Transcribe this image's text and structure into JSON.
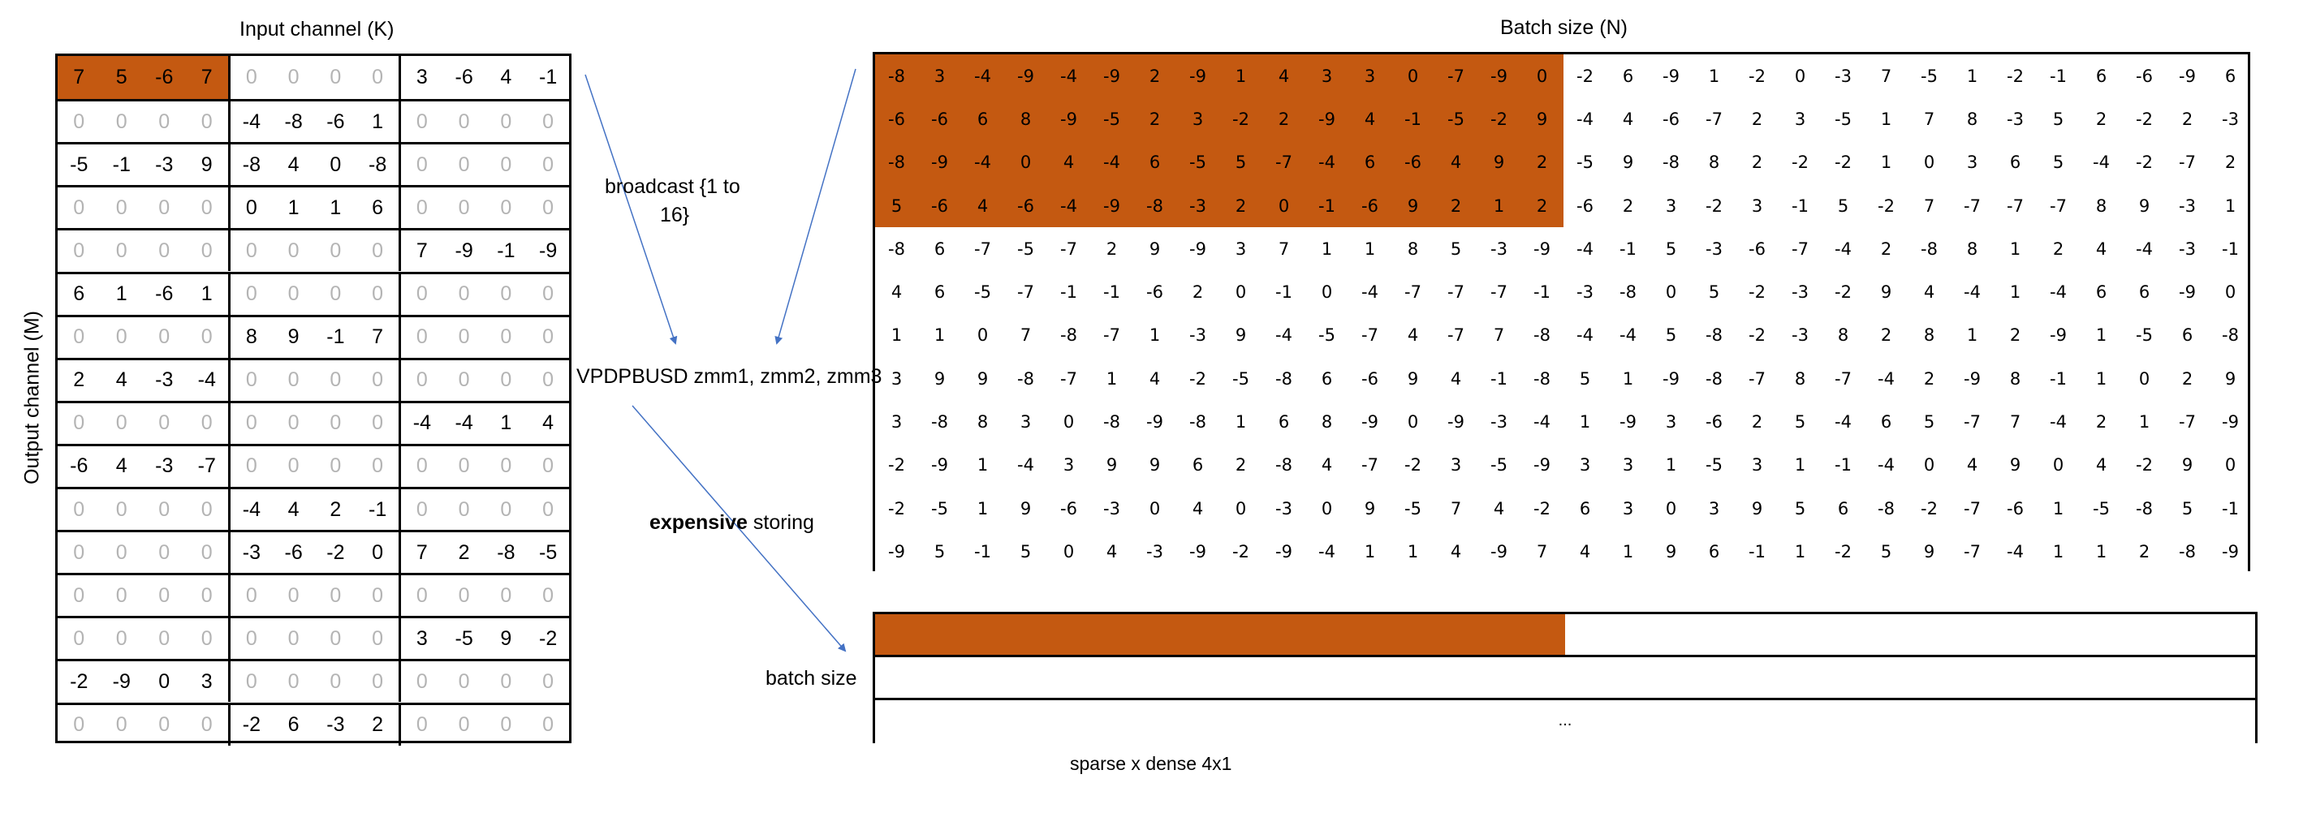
{
  "labels": {
    "input_channel": "Input channel (K)",
    "output_channel": "Output channel  (M)",
    "batch_size_n": "Batch size (N)",
    "broadcast_line1": "broadcast {1 to",
    "broadcast_line2": "16}",
    "instruction": "VPDPBUSD zmm1, zmm2, zmm3",
    "expensive_bold": "expensive",
    "storing": " storing",
    "batch_size": "batch size",
    "ellipsis": "...",
    "caption": "sparse x dense 4x1"
  },
  "colors": {
    "highlight": "#c45911",
    "arrow": "#4472c4",
    "zero": "#b4b4b4"
  },
  "left_matrix": {
    "highlight": {
      "row": 0,
      "block": 0
    },
    "rows": [
      [
        7,
        5,
        -6,
        7,
        0,
        0,
        0,
        0,
        3,
        -6,
        4,
        -1
      ],
      [
        0,
        0,
        0,
        0,
        -4,
        -8,
        -6,
        1,
        0,
        0,
        0,
        0
      ],
      [
        -5,
        -1,
        -3,
        9,
        -8,
        4,
        0,
        -8,
        0,
        0,
        0,
        0
      ],
      [
        0,
        0,
        0,
        0,
        0,
        1,
        1,
        6,
        0,
        0,
        0,
        0
      ],
      [
        0,
        0,
        0,
        0,
        0,
        0,
        0,
        0,
        7,
        -9,
        -1,
        -9
      ],
      [
        6,
        1,
        -6,
        1,
        0,
        0,
        0,
        0,
        0,
        0,
        0,
        0
      ],
      [
        0,
        0,
        0,
        0,
        8,
        9,
        -1,
        7,
        0,
        0,
        0,
        0
      ],
      [
        2,
        4,
        -3,
        -4,
        0,
        0,
        0,
        0,
        0,
        0,
        0,
        0
      ],
      [
        0,
        0,
        0,
        0,
        0,
        0,
        0,
        0,
        -4,
        -4,
        1,
        4
      ],
      [
        -6,
        4,
        -3,
        -7,
        0,
        0,
        0,
        0,
        0,
        0,
        0,
        0
      ],
      [
        0,
        0,
        0,
        0,
        -4,
        4,
        2,
        -1,
        0,
        0,
        0,
        0
      ],
      [
        0,
        0,
        0,
        0,
        -3,
        -6,
        -2,
        0,
        7,
        2,
        -8,
        -5
      ],
      [
        0,
        0,
        0,
        0,
        0,
        0,
        0,
        0,
        0,
        0,
        0,
        0
      ],
      [
        0,
        0,
        0,
        0,
        0,
        0,
        0,
        0,
        3,
        -5,
        9,
        -2
      ],
      [
        -2,
        -9,
        0,
        3,
        0,
        0,
        0,
        0,
        0,
        0,
        0,
        0
      ],
      [
        0,
        0,
        0,
        0,
        -2,
        6,
        -3,
        2,
        0,
        0,
        0,
        0
      ]
    ]
  },
  "right_matrix": {
    "highlight": {
      "rows": 4,
      "cols": 16
    },
    "rows": [
      [
        -8,
        3,
        -4,
        -9,
        -4,
        -9,
        2,
        -9,
        1,
        4,
        3,
        3,
        0,
        -7,
        -9,
        0,
        -2,
        6,
        -9,
        1,
        -2,
        0,
        -3,
        7,
        -5,
        1,
        -2,
        -1,
        6,
        -6,
        -9,
        6
      ],
      [
        -6,
        -6,
        6,
        8,
        -9,
        -5,
        2,
        3,
        -2,
        2,
        -9,
        4,
        -1,
        -5,
        -2,
        9,
        -4,
        4,
        -6,
        -7,
        2,
        3,
        -5,
        1,
        7,
        8,
        -3,
        5,
        2,
        -2,
        2,
        -3
      ],
      [
        -8,
        -9,
        -4,
        0,
        4,
        -4,
        6,
        -5,
        5,
        -7,
        -4,
        6,
        -6,
        4,
        9,
        2,
        -5,
        9,
        -8,
        8,
        2,
        -2,
        -2,
        1,
        0,
        3,
        6,
        5,
        -4,
        -2,
        -7,
        2
      ],
      [
        5,
        -6,
        4,
        -6,
        -4,
        -9,
        -8,
        -3,
        2,
        0,
        -1,
        -6,
        9,
        2,
        1,
        2,
        -6,
        2,
        3,
        -2,
        3,
        -1,
        5,
        -2,
        7,
        -7,
        -7,
        -7,
        8,
        9,
        -3,
        1
      ],
      [
        -8,
        6,
        -7,
        -5,
        -7,
        2,
        9,
        -9,
        3,
        7,
        1,
        1,
        8,
        5,
        -3,
        -9,
        -4,
        -1,
        5,
        -3,
        -6,
        -7,
        -4,
        2,
        -8,
        8,
        1,
        2,
        4,
        -4,
        -3,
        -1
      ],
      [
        4,
        6,
        -5,
        -7,
        -1,
        -1,
        -6,
        2,
        0,
        -1,
        0,
        -4,
        -7,
        -7,
        -7,
        -1,
        -3,
        -8,
        0,
        5,
        -2,
        -3,
        -2,
        9,
        4,
        -4,
        1,
        -4,
        6,
        6,
        -9,
        0
      ],
      [
        1,
        1,
        0,
        7,
        -8,
        -7,
        1,
        -3,
        9,
        -4,
        -5,
        -7,
        4,
        -7,
        7,
        -8,
        -4,
        -4,
        5,
        -8,
        -2,
        -3,
        8,
        2,
        8,
        1,
        2,
        -9,
        1,
        -5,
        6,
        -8
      ],
      [
        3,
        9,
        9,
        -8,
        -7,
        1,
        4,
        -2,
        -5,
        -8,
        6,
        -6,
        9,
        4,
        -1,
        -8,
        5,
        1,
        -9,
        -8,
        -7,
        8,
        -7,
        -4,
        2,
        -9,
        8,
        -1,
        1,
        0,
        2,
        9
      ],
      [
        3,
        -8,
        8,
        3,
        0,
        -8,
        -9,
        -8,
        1,
        6,
        8,
        -9,
        0,
        -9,
        -3,
        -4,
        1,
        -9,
        3,
        -6,
        2,
        5,
        -4,
        6,
        5,
        -7,
        7,
        -4,
        2,
        1,
        -7,
        -9
      ],
      [
        -2,
        -9,
        1,
        -4,
        3,
        9,
        9,
        6,
        2,
        -8,
        4,
        -7,
        -2,
        3,
        -5,
        -9,
        3,
        3,
        1,
        -5,
        3,
        1,
        -1,
        -4,
        0,
        4,
        9,
        0,
        4,
        -2,
        9,
        0
      ],
      [
        -2,
        -5,
        1,
        9,
        -6,
        -3,
        0,
        4,
        0,
        -3,
        0,
        9,
        -5,
        7,
        4,
        -2,
        6,
        3,
        0,
        3,
        9,
        5,
        6,
        -8,
        -2,
        -7,
        -6,
        1,
        -5,
        -8,
        5,
        -1
      ],
      [
        -9,
        5,
        -1,
        5,
        0,
        4,
        -3,
        -9,
        -2,
        -9,
        -4,
        1,
        1,
        4,
        -9,
        7,
        4,
        1,
        9,
        6,
        -1,
        1,
        -2,
        5,
        9,
        -7,
        -4,
        1,
        1,
        2,
        -8,
        -9
      ]
    ]
  },
  "output_store": {
    "rows": 3,
    "filled_fraction": 0.5
  }
}
